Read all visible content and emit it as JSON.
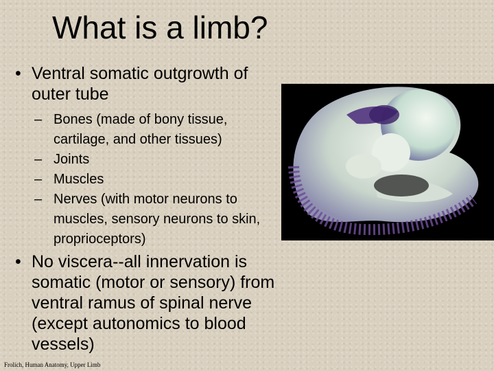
{
  "slide": {
    "title": "What is a limb?",
    "bullets": [
      {
        "marker": "•",
        "text": "Ventral somatic outgrowth of outer tube"
      },
      {
        "marker": "•",
        "text": "No viscera--all innervation is somatic (motor or sensory) from ventral ramus of spinal nerve (except autonomics to blood vessels)"
      }
    ],
    "sub_bullets": [
      {
        "marker": "–",
        "text": "Bones (made of bony tissue, cartilage, and other tissues)"
      },
      {
        "marker": "–",
        "text": "Joints"
      },
      {
        "marker": "–",
        "text": "Muscles"
      },
      {
        "marker": "–",
        "text": "Nerves (with motor neurons to muscles, sensory neurons to skin, proprioceptors)"
      }
    ],
    "footer": "Frolich, Human Anatomy, Upper Limb"
  },
  "colors": {
    "background": "#d9d0bf",
    "photo_background": "#000000",
    "stain": "#4a2a7a"
  }
}
